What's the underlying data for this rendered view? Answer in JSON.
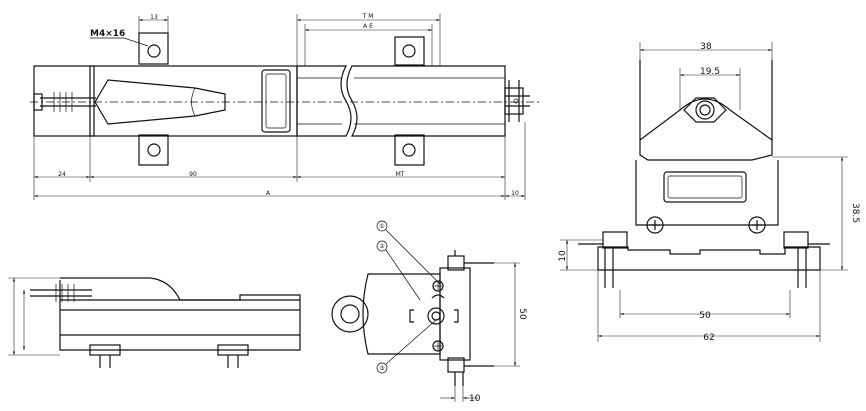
{
  "top_view": {
    "thread_label": "M4×16",
    "dim_13": "13",
    "dim_tm": "T M",
    "dim_ae": "A E",
    "dim_24": "24",
    "dim_90": "90",
    "dim_mt": "MT",
    "dim_a": "A",
    "dim_10": "10"
  },
  "end_view": {
    "dim_38": "38",
    "dim_19_5": "19.5",
    "dim_38_5": "38.5",
    "dim_10": "10",
    "dim_50": "50",
    "dim_62": "62"
  },
  "connector_view": {
    "dim_50": "50",
    "dim_10": "10",
    "callout_1": "①",
    "callout_2": "②",
    "callout_3": "③"
  }
}
